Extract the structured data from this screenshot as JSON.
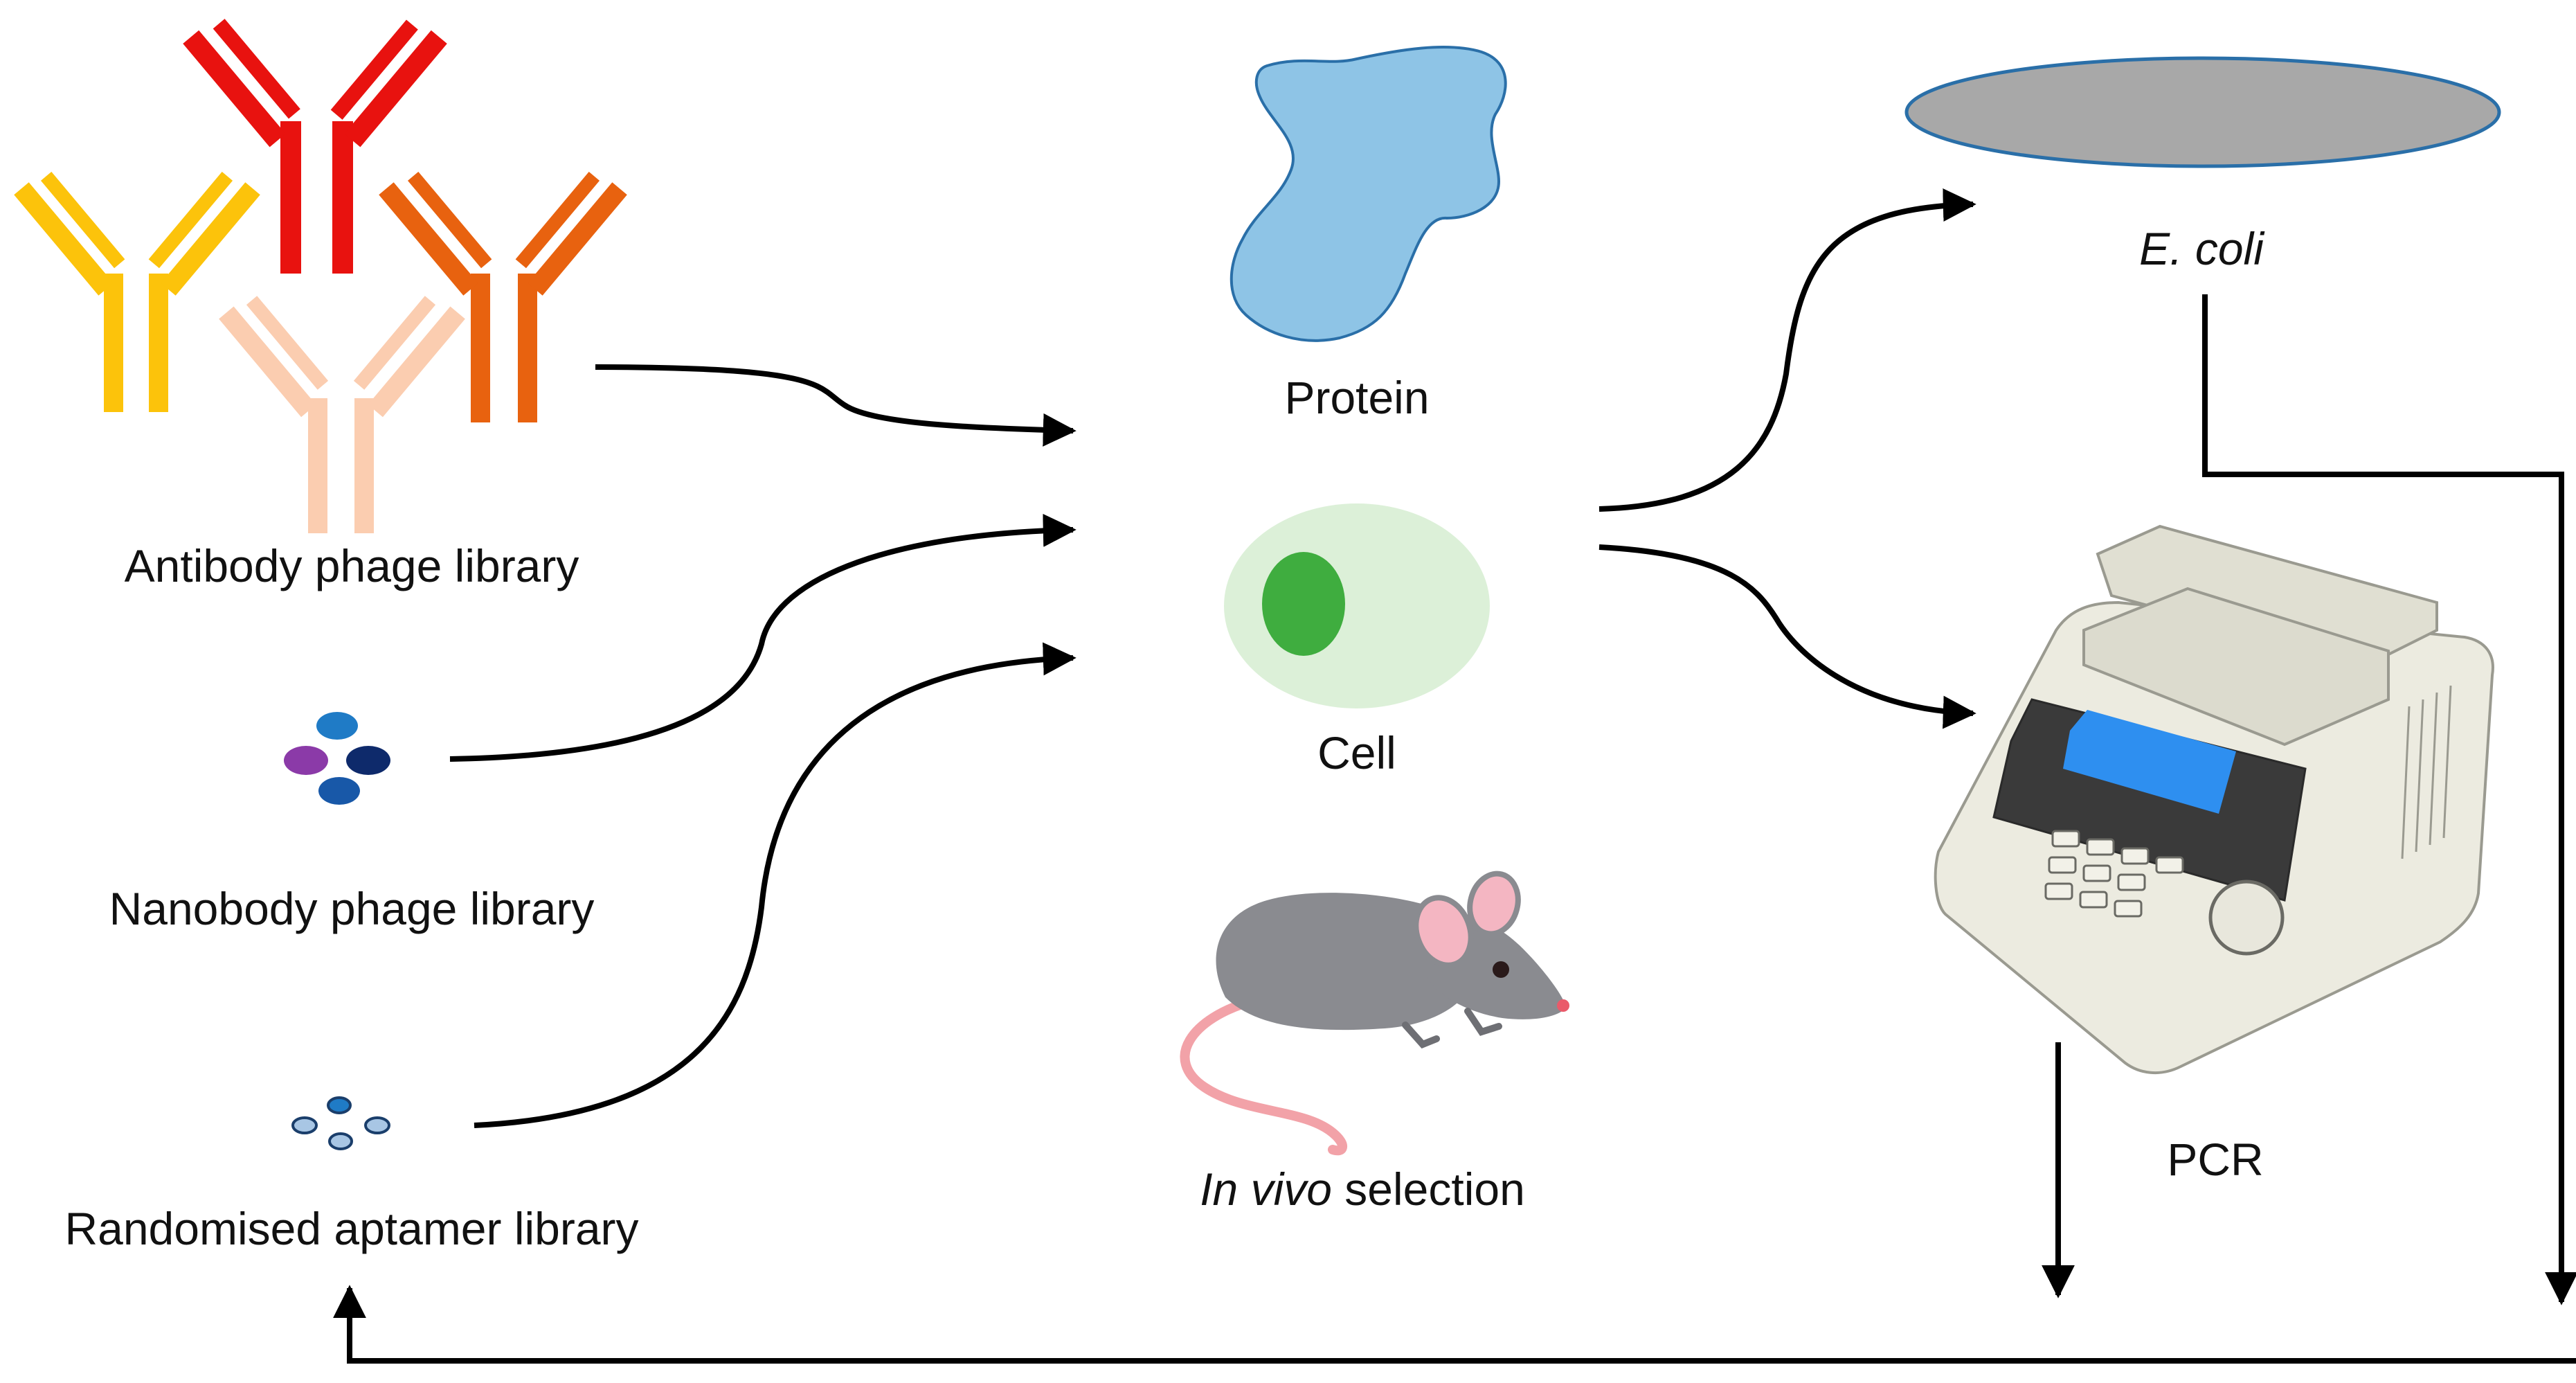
{
  "libraries": {
    "antibody": "Antibody phage library",
    "nanobody": "Nanobody phage library",
    "aptamer": "Randomised aptamer library"
  },
  "targets": {
    "protein": "Protein",
    "cell": "Cell",
    "in_vivo_italic": "In vivo",
    "in_vivo_rest": " selection"
  },
  "amplification": {
    "ecoli": "E. coli",
    "pcr": "PCR"
  },
  "icons": {
    "antibodies": "antibody-icons",
    "nanobody": "nanobody-cluster-icon",
    "aptamer": "aptamer-dots-icon",
    "protein": "protein-blob-icon",
    "cell": "cell-icon",
    "mouse": "mouse-icon",
    "ecoli": "ecoli-plate-icon",
    "pcr": "pcr-thermocycler-icon"
  },
  "colors": {
    "antibody_red": "#e8120f",
    "antibody_yellow": "#fcc30b",
    "antibody_orange": "#e8620f",
    "antibody_peach": "#fbcdb0",
    "protein_blue": "#8ec4e6",
    "cell_fill": "#dcf0d8",
    "nucleus_green": "#3fad3f",
    "mouse_gray": "#8a8b90",
    "plate_gray": "#a8a8a8",
    "pcr_screen": "#2e8ff0"
  }
}
